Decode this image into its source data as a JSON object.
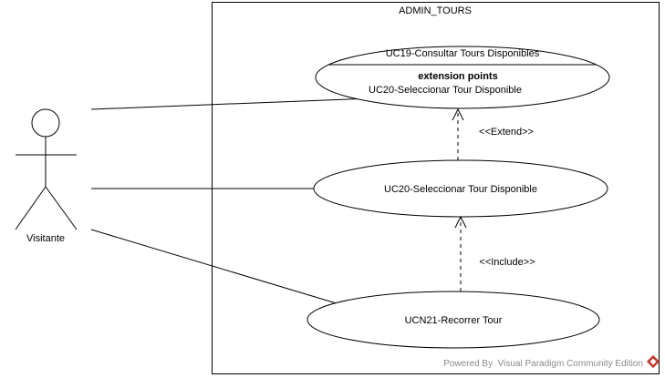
{
  "system": {
    "name": "ADMIN_TOURS"
  },
  "actor": {
    "name": "Visitante"
  },
  "use_cases": {
    "uc19": {
      "name": "UC19-Consultar Tours Disponibles",
      "ext_heading": "extension points",
      "ext_point": "UC20-Seleccionar Tour Disponible"
    },
    "uc20": {
      "name": "UC20-Seleccionar Tour Disponible"
    },
    "ucn21": {
      "name": "UCN21-Recorrer Tour"
    }
  },
  "relations": {
    "extend": "<<Extend>>",
    "include": "<<Include>>"
  },
  "watermark": {
    "text": "Powered By  Visual Paradigm Community Edition"
  }
}
